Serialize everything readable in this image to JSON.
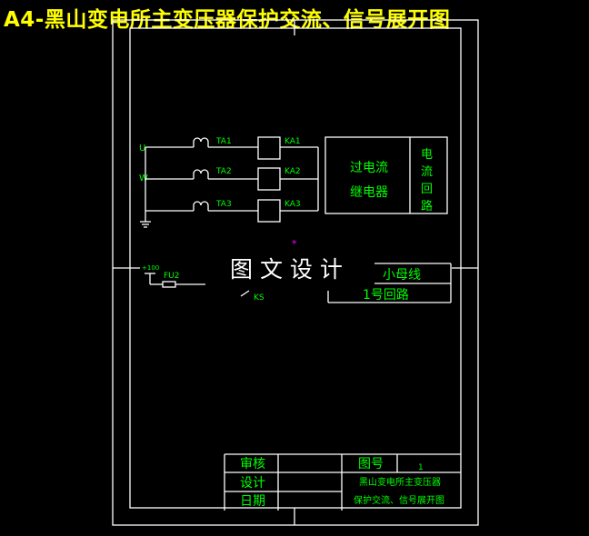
{
  "title": "A4-黑山变电所主变压器保护交流、信号展开图",
  "phases": [
    "U",
    "W"
  ],
  "ct": [
    "TA1",
    "TA2",
    "TA3"
  ],
  "relays": [
    "KA1",
    "KA2",
    "KA3"
  ],
  "current_block": {
    "relay_line1": "过电流",
    "relay_line2": "继电器",
    "circuit_chars": [
      "电",
      "流",
      "回",
      "路"
    ]
  },
  "bus_label": "+100",
  "fuse": "FU2",
  "contact": "KS",
  "bus_text": "小母线",
  "signal_circuit": "1号回路",
  "watermark": "图 文 设 计",
  "watermark_mark": "*",
  "title_block": {
    "review": "审核",
    "design": "设计",
    "date": "日期",
    "drawing_no_label": "图号",
    "drawing_no": "1",
    "name_line1": "黑山变电所主变压器",
    "name_line2": "保护交流、信号展开图"
  }
}
